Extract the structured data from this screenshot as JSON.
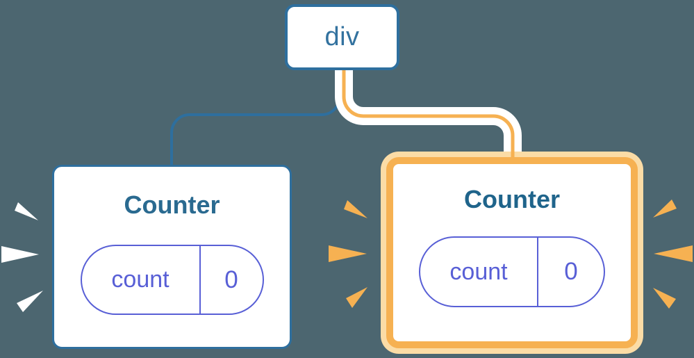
{
  "canvas": {
    "background": "#4C6670"
  },
  "colors": {
    "node_border_blue": "#2E6F9E",
    "edge_blue": "#2E6F9E",
    "edge_orange": "#F6B152",
    "highlight_ring_outer": "#FBDCA6",
    "highlight_ring_inner": "#F6B152",
    "state_indigo": "#585FD6",
    "card_background": "#FFFFFF",
    "burst_white": "#FFFFFF",
    "burst_orange": "#F6B152"
  },
  "tree": {
    "root": {
      "label": "div"
    },
    "children": [
      {
        "title": "Counter",
        "state_key": "count",
        "state_value": "0",
        "highlighted": false
      },
      {
        "title": "Counter",
        "state_key": "count",
        "state_value": "0",
        "highlighted": true
      }
    ]
  }
}
